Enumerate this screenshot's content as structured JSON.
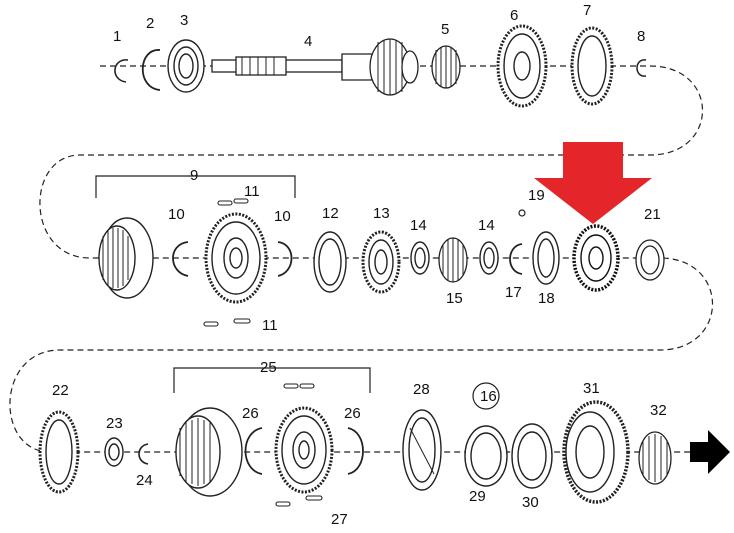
{
  "diagram": {
    "part_numbers": [
      "1",
      "2",
      "3",
      "4",
      "5",
      "6",
      "7",
      "8",
      "9",
      "10",
      "11",
      "12",
      "13",
      "14",
      "15",
      "16",
      "17",
      "18",
      "19",
      "21",
      "22",
      "23",
      "24",
      "25",
      "26",
      "27",
      "28",
      "29",
      "30",
      "31",
      "32"
    ]
  },
  "colors": {
    "highlight_arrow": "#e4262a",
    "flow_arrow": "#000000",
    "line": "#222222"
  },
  "icons": {
    "highlight": "down-arrow-icon",
    "continue": "right-arrow-icon"
  }
}
